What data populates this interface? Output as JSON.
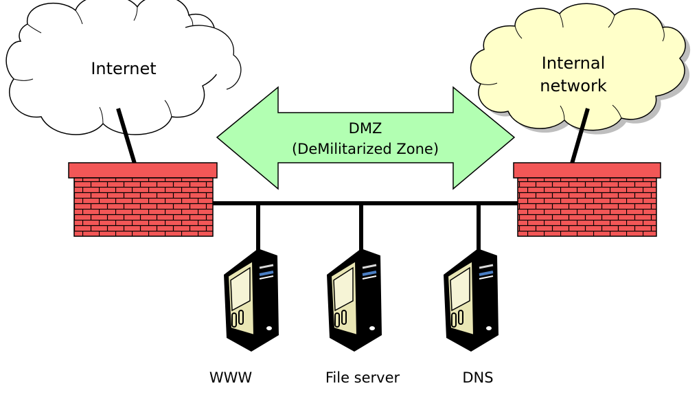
{
  "diagram": {
    "internet": {
      "label": "Internet",
      "fill": "#ffffff"
    },
    "internal": {
      "line1": "Internal",
      "line2": "network",
      "fill": "#ffffc9"
    },
    "dmz": {
      "line1": "DMZ",
      "line2": "(DeMilitarized Zone)",
      "fill": "#b2ffb2"
    },
    "firewall": {
      "fill": "#f25757",
      "mortar": "#000000"
    },
    "servers": [
      {
        "label": "WWW"
      },
      {
        "label": "File server"
      },
      {
        "label": "DNS"
      }
    ]
  }
}
